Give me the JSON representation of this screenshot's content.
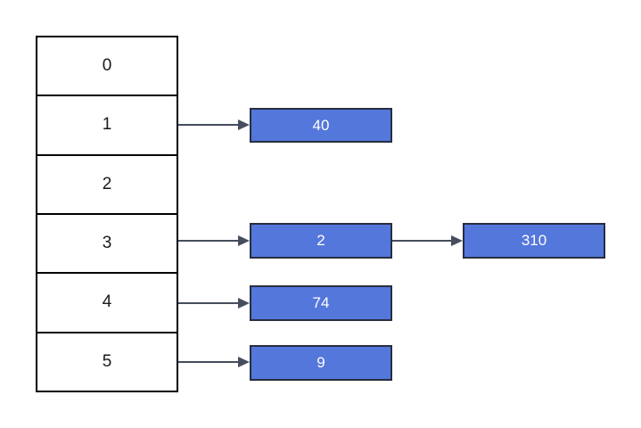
{
  "diagram": {
    "type": "hash-table-with-chaining",
    "array": {
      "cells": [
        {
          "index": 0,
          "label": "0",
          "chain": []
        },
        {
          "index": 1,
          "label": "1",
          "chain": [
            "40"
          ]
        },
        {
          "index": 2,
          "label": "2",
          "chain": []
        },
        {
          "index": 3,
          "label": "3",
          "chain": [
            "2",
            "310"
          ]
        },
        {
          "index": 4,
          "label": "4",
          "chain": [
            "74"
          ]
        },
        {
          "index": 5,
          "label": "5",
          "chain": [
            "9"
          ]
        }
      ]
    },
    "nodes": [
      {
        "id": "node-40",
        "label": "40"
      },
      {
        "id": "node-2",
        "label": "2"
      },
      {
        "id": "node-310",
        "label": "310"
      },
      {
        "id": "node-74",
        "label": "74"
      },
      {
        "id": "node-9",
        "label": "9"
      }
    ],
    "links": [
      {
        "from": "cell-1",
        "to": "node-40"
      },
      {
        "from": "cell-3",
        "to": "node-2"
      },
      {
        "from": "node-2",
        "to": "node-310"
      },
      {
        "from": "cell-4",
        "to": "node-74"
      },
      {
        "from": "cell-5",
        "to": "node-9"
      }
    ],
    "colors": {
      "node_fill": "#5477db",
      "node_border": "#272e40",
      "node_text": "#ffffff",
      "cell_border": "#000000",
      "cell_text": "#1a1a1a",
      "arrow": "#454d5e",
      "background": "#ffffff"
    }
  }
}
